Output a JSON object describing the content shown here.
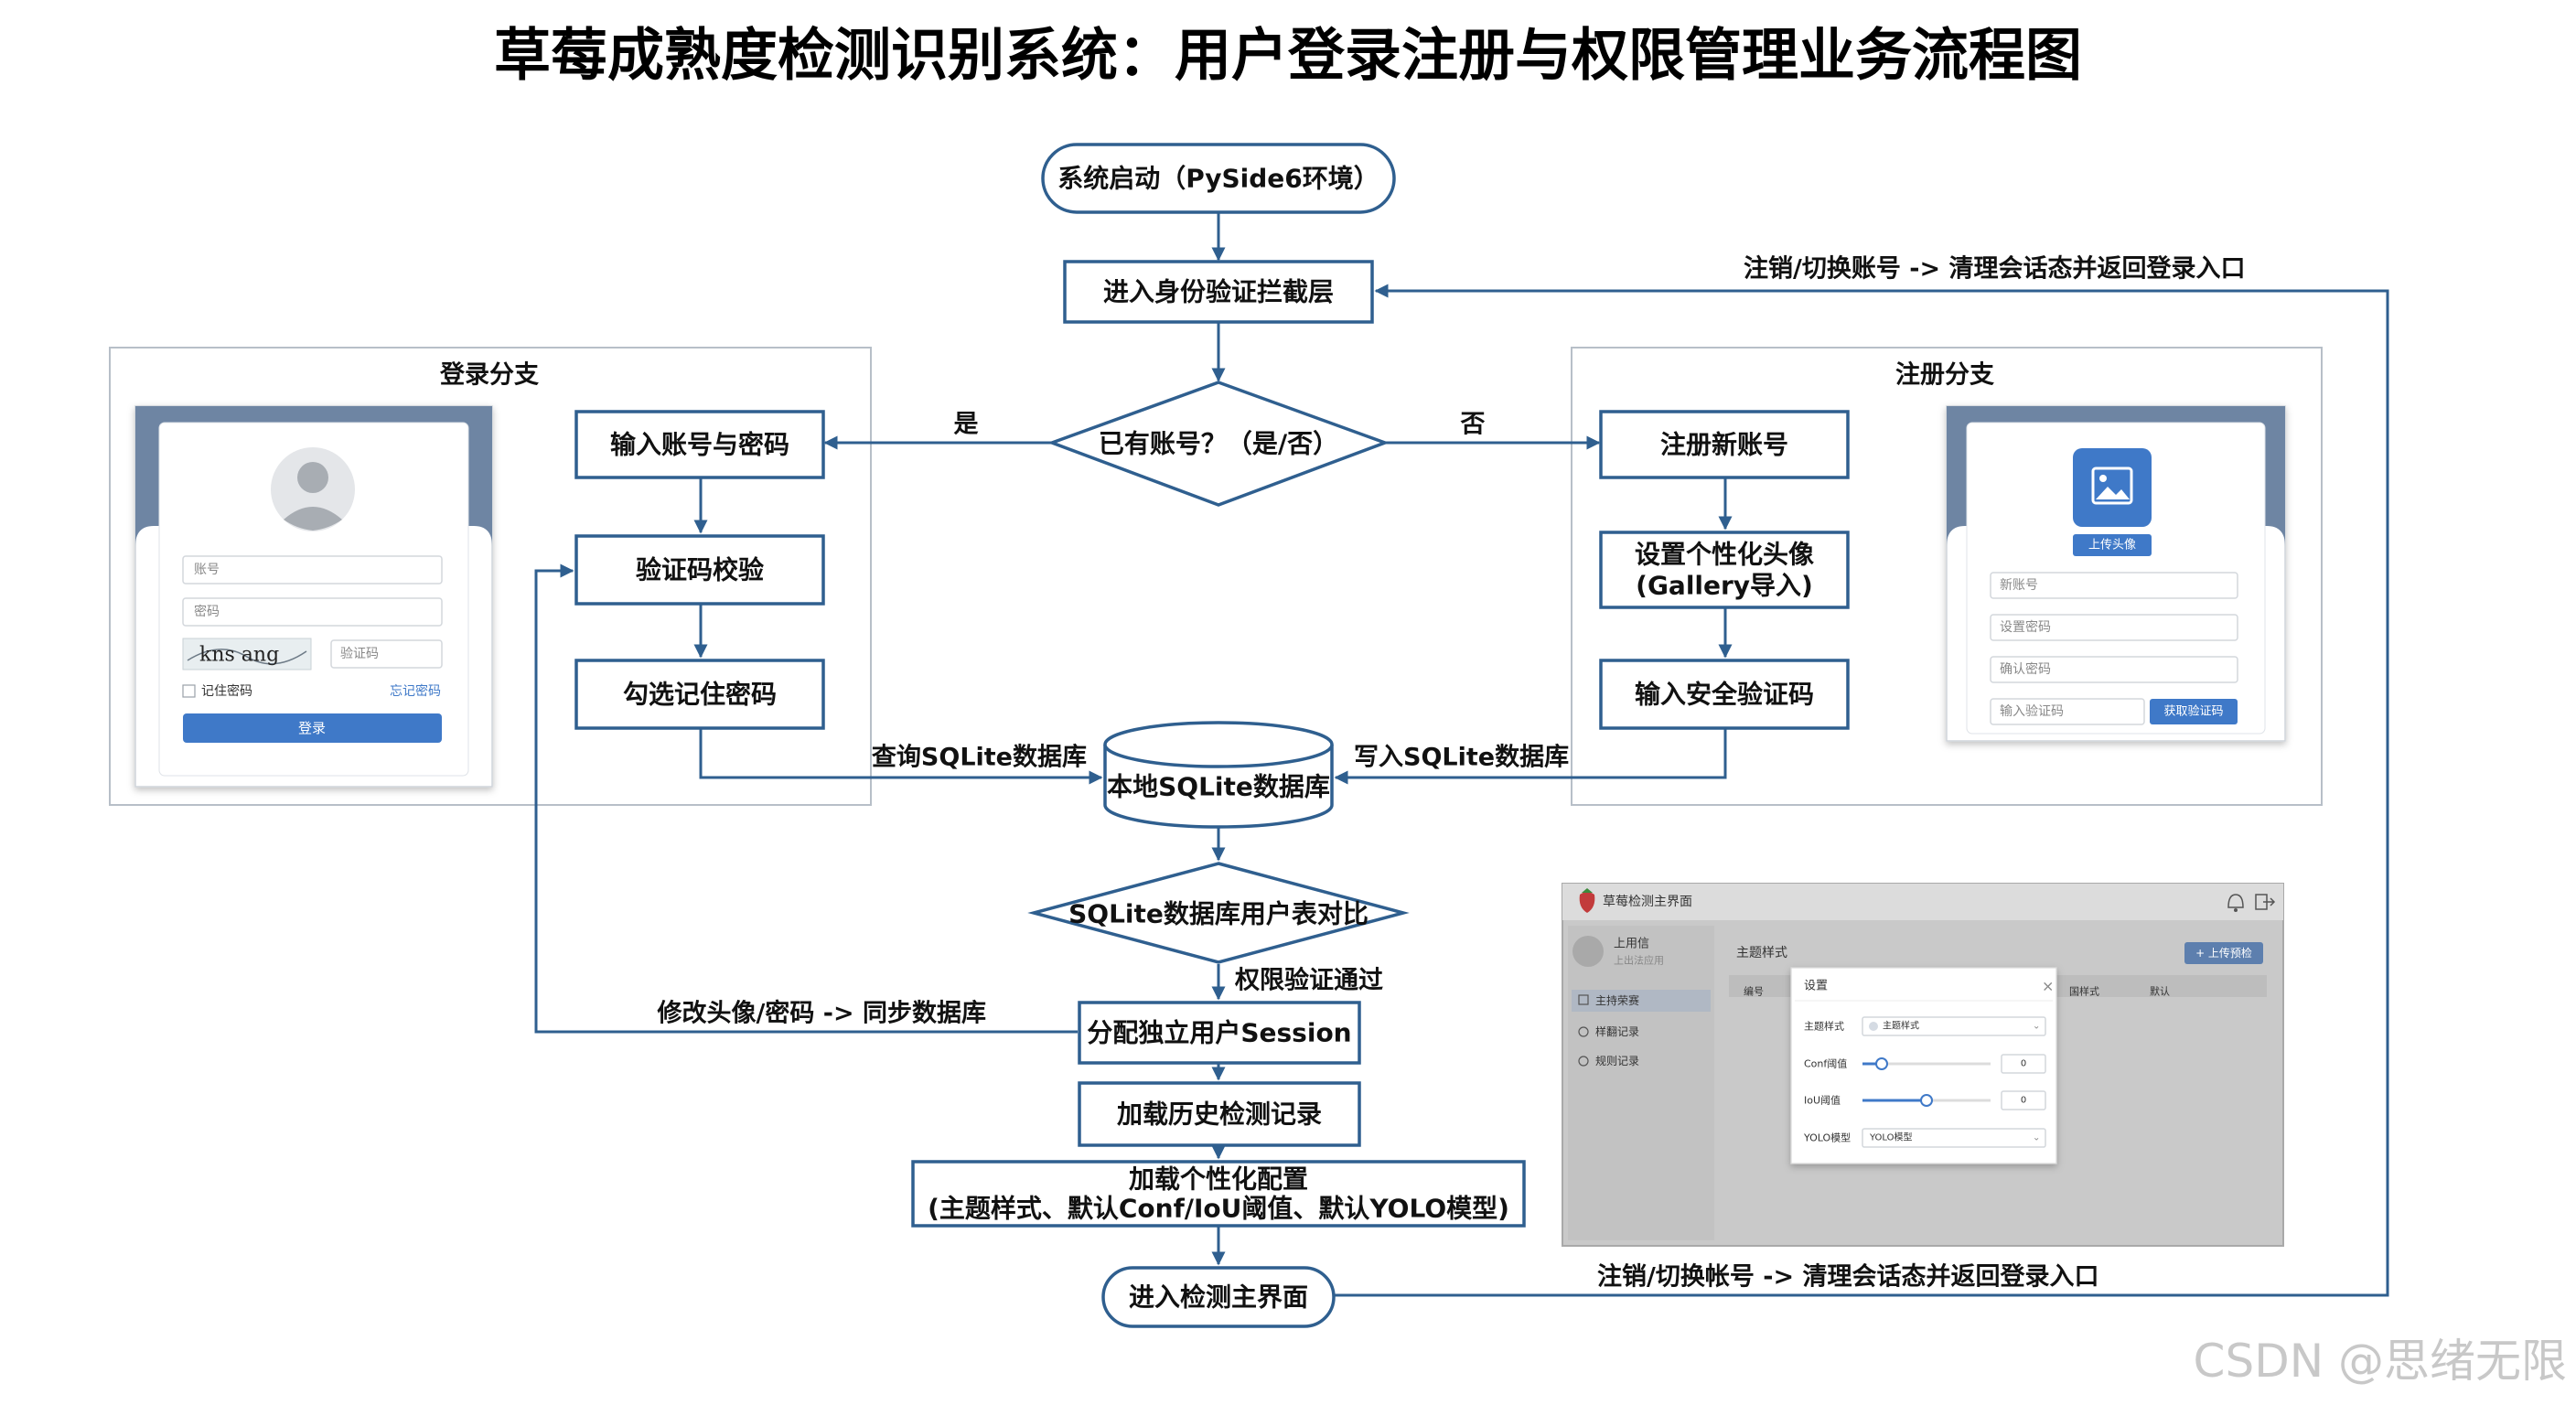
{
  "title": "草莓成熟度检测识别系统：用户登录注册与权限管理业务流程图",
  "nodes": {
    "start": "系统启动（PySide6环境）",
    "auth_layer": "进入身份验证拦截层",
    "has_account": "已有账号？（是/否）",
    "input_credentials": "输入账号与密码",
    "captcha_check": "验证码校验",
    "remember_pwd": "勾选记住密码",
    "register": "注册新账号",
    "avatar_line1": "设置个性化头像",
    "avatar_line2": "(Gallery导入)",
    "security_code": "输入安全验证码",
    "database": "本地SQLite数据库",
    "compare": "SQLite数据库用户表对比",
    "session": "分配独立用户Session",
    "history": "加载历史检测记录",
    "config_line1": "加载个性化配置",
    "config_line2": "(主题样式、默认Conf/IoU阈值、默认YOLO模型)",
    "main_ui": "进入检测主界面"
  },
  "labels": {
    "yes": "是",
    "no": "否",
    "query_db": "查询SQLite数据库",
    "write_db": "写入SQLite数据库",
    "auth_pass": "权限验证通过",
    "modify_sync": "修改头像/密码 -> 同步数据库",
    "logout_top": "注销/切换账号 -> 清理会话态并返回登录入口",
    "logout_bottom": "注销/切换帐号 -> 清理会话态并返回登录入口"
  },
  "branches": {
    "login": "登录分支",
    "register": "注册分支"
  },
  "login_mock": {
    "account_placeholder": "账号",
    "password_placeholder": "密码",
    "captcha_image_text": "kns ang",
    "captcha_placeholder": "验证码",
    "remember": "记住密码",
    "forgot": "忘记密码",
    "login_button": "登录"
  },
  "register_mock": {
    "upload_avatar": "上传头像",
    "new_account": "新账号",
    "set_password": "设置密码",
    "confirm_password": "确认密码",
    "input_code": "输入验证码",
    "get_code": "获取验证码"
  },
  "main_mock": {
    "app_title": "草莓检测主界面",
    "user_name": "上用信",
    "user_sub": "上出法应用",
    "menu": [
      "主持荣赛",
      "样翻记录",
      "规则记录"
    ],
    "section_title": "主题样式",
    "upload_button": "+ 上传预检",
    "table_cols": [
      "编号",
      "国样式",
      "默认"
    ],
    "dialog_title": "设置",
    "dialog_close": "×",
    "theme_label": "主题样式",
    "theme_value": "主题样式",
    "conf_label": "Conf阈值",
    "conf_value": "0",
    "iou_label": "IoU阈值",
    "iou_value": "0",
    "conf_slider_level": 0.15,
    "iou_slider_level": 0.5,
    "yolo_label": "YOLO模型",
    "yolo_value": "YOLO模型"
  },
  "watermark": "CSDN @思绪无限",
  "colors": {
    "accent": "#2f5f8f",
    "button_blue": "#3f79c8",
    "header_slate": "#6e85a3"
  }
}
